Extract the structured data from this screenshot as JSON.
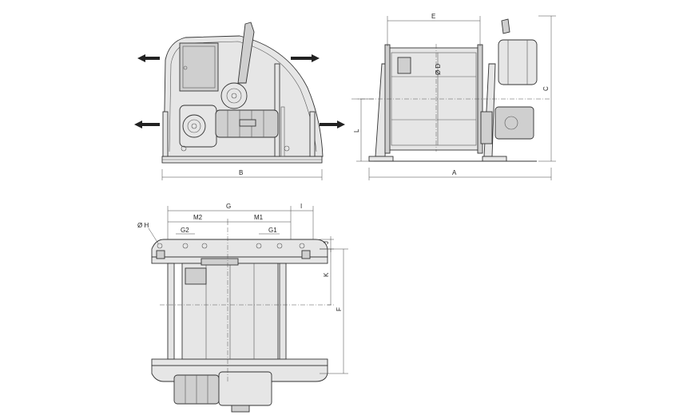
{
  "dimension_labels": {
    "A": "A",
    "B": "B",
    "C": "C",
    "D": "Ø D",
    "E": "E",
    "F": "F",
    "G": "G",
    "G1": "G1",
    "G2": "G2",
    "H": "Ø H",
    "I": "I",
    "J": "J",
    "K": "K",
    "L": "L",
    "M1": "M1",
    "M2": "M2"
  },
  "colors": {
    "line": "#333333",
    "fill_light": "#e6e6e6",
    "fill_dark": "#cfcfcf",
    "background": "#ffffff"
  }
}
